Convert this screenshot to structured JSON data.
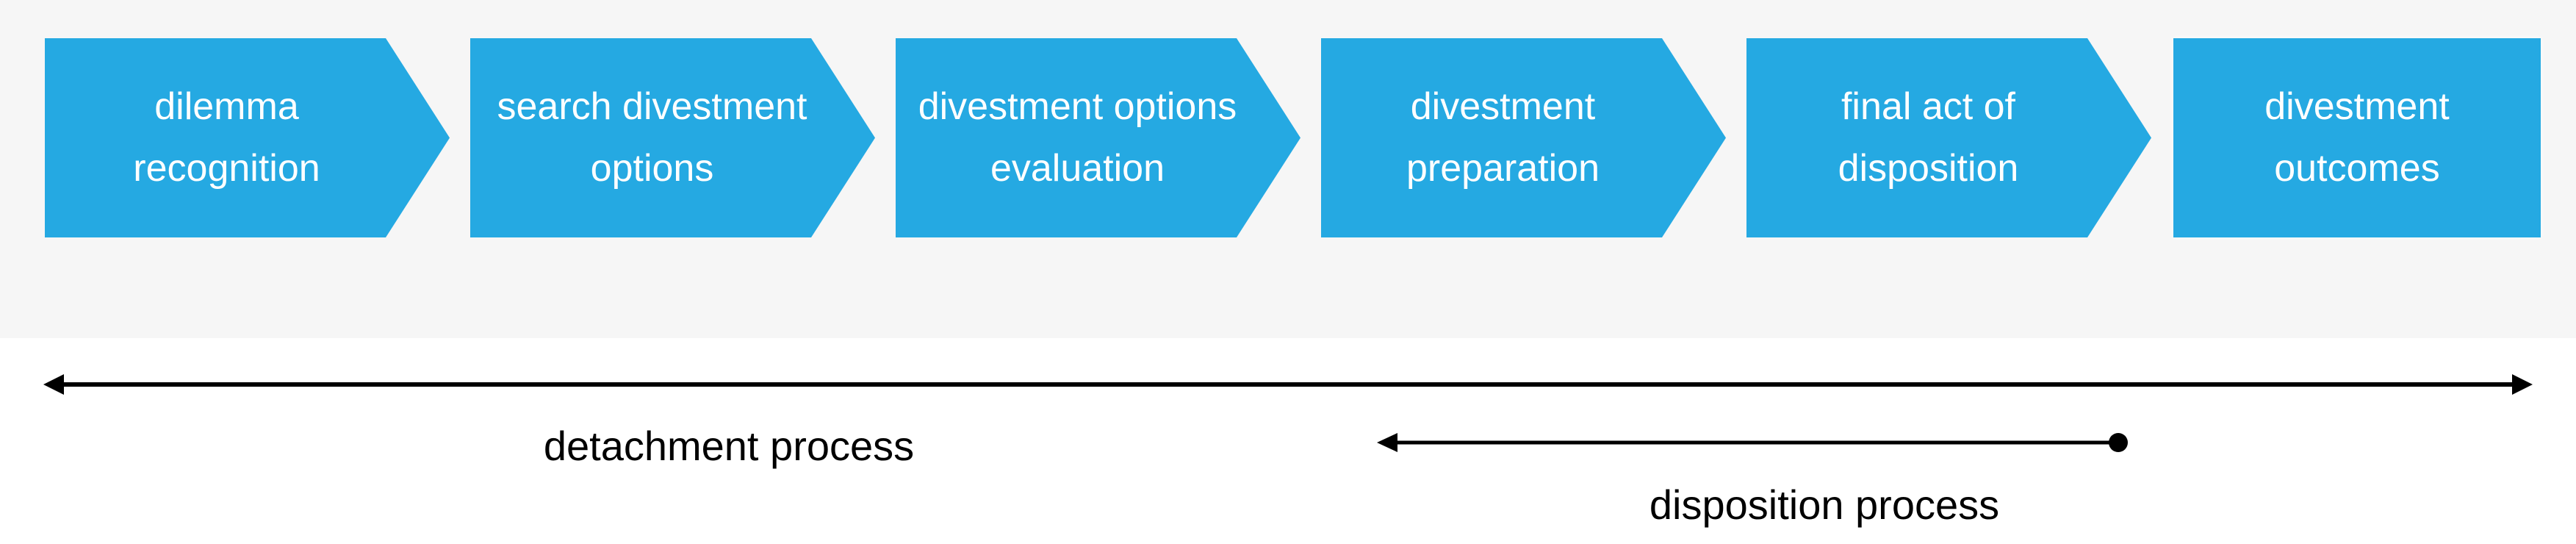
{
  "diagram": {
    "type": "process-flow",
    "stages": [
      {
        "id": "dilemma-recognition",
        "label": "dilemma\nrecognition"
      },
      {
        "id": "search-divestment-options",
        "label": "search divestment\noptions"
      },
      {
        "id": "divestment-options-evaluation",
        "label": "divestment options\nevaluation"
      },
      {
        "id": "divestment-preparation",
        "label": "divestment\npreparation"
      },
      {
        "id": "final-act-of-disposition",
        "label": "final act of\ndisposition"
      },
      {
        "id": "divestment-outcomes",
        "label": "divestment\noutcomes"
      }
    ],
    "processes": {
      "detachment": {
        "label": "detachment process",
        "arrow_style": "double-headed"
      },
      "disposition": {
        "label": "disposition process",
        "arrow_style": "left-head-right-dot"
      }
    },
    "colors": {
      "stage_fill": "#25a9e2",
      "stage_text": "#ffffff",
      "arrow_color": "#000000",
      "band_background": "#f6f6f6",
      "page_background": "#ffffff"
    }
  }
}
